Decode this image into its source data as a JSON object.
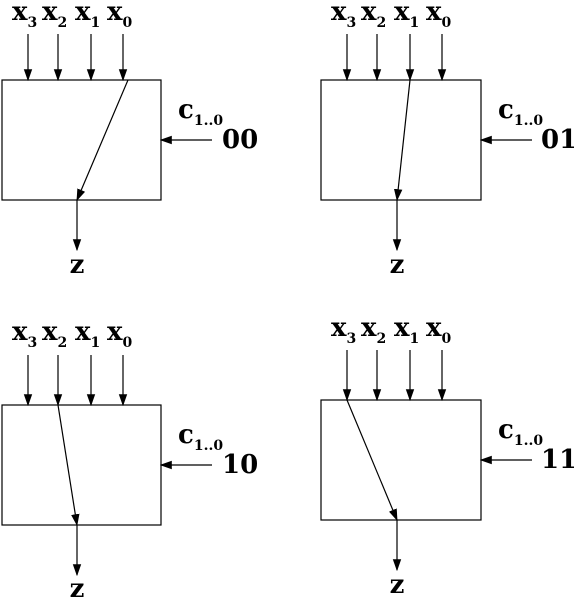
{
  "panels": [
    {
      "id": "00",
      "inputs": [
        {
          "name": "x",
          "sub": "3"
        },
        {
          "name": "x",
          "sub": "2"
        },
        {
          "name": "x",
          "sub": "1"
        },
        {
          "name": "x",
          "sub": "0"
        }
      ],
      "selected_input_index": 3,
      "control": {
        "name": "c",
        "sub": "1..0"
      },
      "select_value": "00",
      "output": "z"
    },
    {
      "id": "01",
      "inputs": [
        {
          "name": "x",
          "sub": "3"
        },
        {
          "name": "x",
          "sub": "2"
        },
        {
          "name": "x",
          "sub": "1"
        },
        {
          "name": "x",
          "sub": "0"
        }
      ],
      "selected_input_index": 2,
      "control": {
        "name": "c",
        "sub": "1..0"
      },
      "select_value": "01",
      "output": "z"
    },
    {
      "id": "10",
      "inputs": [
        {
          "name": "x",
          "sub": "3"
        },
        {
          "name": "x",
          "sub": "2"
        },
        {
          "name": "x",
          "sub": "1"
        },
        {
          "name": "x",
          "sub": "0"
        }
      ],
      "selected_input_index": 1,
      "control": {
        "name": "c",
        "sub": "1..0"
      },
      "select_value": "10",
      "output": "z"
    },
    {
      "id": "11",
      "inputs": [
        {
          "name": "x",
          "sub": "3"
        },
        {
          "name": "x",
          "sub": "2"
        },
        {
          "name": "x",
          "sub": "1"
        },
        {
          "name": "x",
          "sub": "0"
        }
      ],
      "selected_input_index": 0,
      "control": {
        "name": "c",
        "sub": "1..0"
      },
      "select_value": "11",
      "output": "z"
    }
  ]
}
